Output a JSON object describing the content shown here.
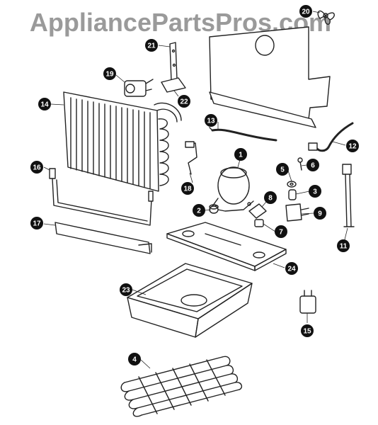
{
  "watermark": {
    "text": "AppliancePartsPros.com",
    "color": "#9a9a9a"
  },
  "callout_style": {
    "fill": "#111111",
    "text_color": "#ffffff"
  },
  "callouts": [
    {
      "key": "c1",
      "label": "1"
    },
    {
      "key": "c2",
      "label": "2"
    },
    {
      "key": "c3",
      "label": "3"
    },
    {
      "key": "c4",
      "label": "4"
    },
    {
      "key": "c5",
      "label": "5"
    },
    {
      "key": "c6",
      "label": "6"
    },
    {
      "key": "c7",
      "label": "7"
    },
    {
      "key": "c8",
      "label": "8"
    },
    {
      "key": "c9",
      "label": "9"
    },
    {
      "key": "c11",
      "label": "11"
    },
    {
      "key": "c12",
      "label": "12"
    },
    {
      "key": "c13",
      "label": "13"
    },
    {
      "key": "c14",
      "label": "14"
    },
    {
      "key": "c15",
      "label": "15"
    },
    {
      "key": "c16",
      "label": "16"
    },
    {
      "key": "c17",
      "label": "17"
    },
    {
      "key": "c18",
      "label": "18"
    },
    {
      "key": "c19",
      "label": "19"
    },
    {
      "key": "c20",
      "label": "20"
    },
    {
      "key": "c21",
      "label": "21"
    },
    {
      "key": "c22",
      "label": "22"
    },
    {
      "key": "c23",
      "label": "23"
    },
    {
      "key": "c24",
      "label": "24"
    }
  ]
}
